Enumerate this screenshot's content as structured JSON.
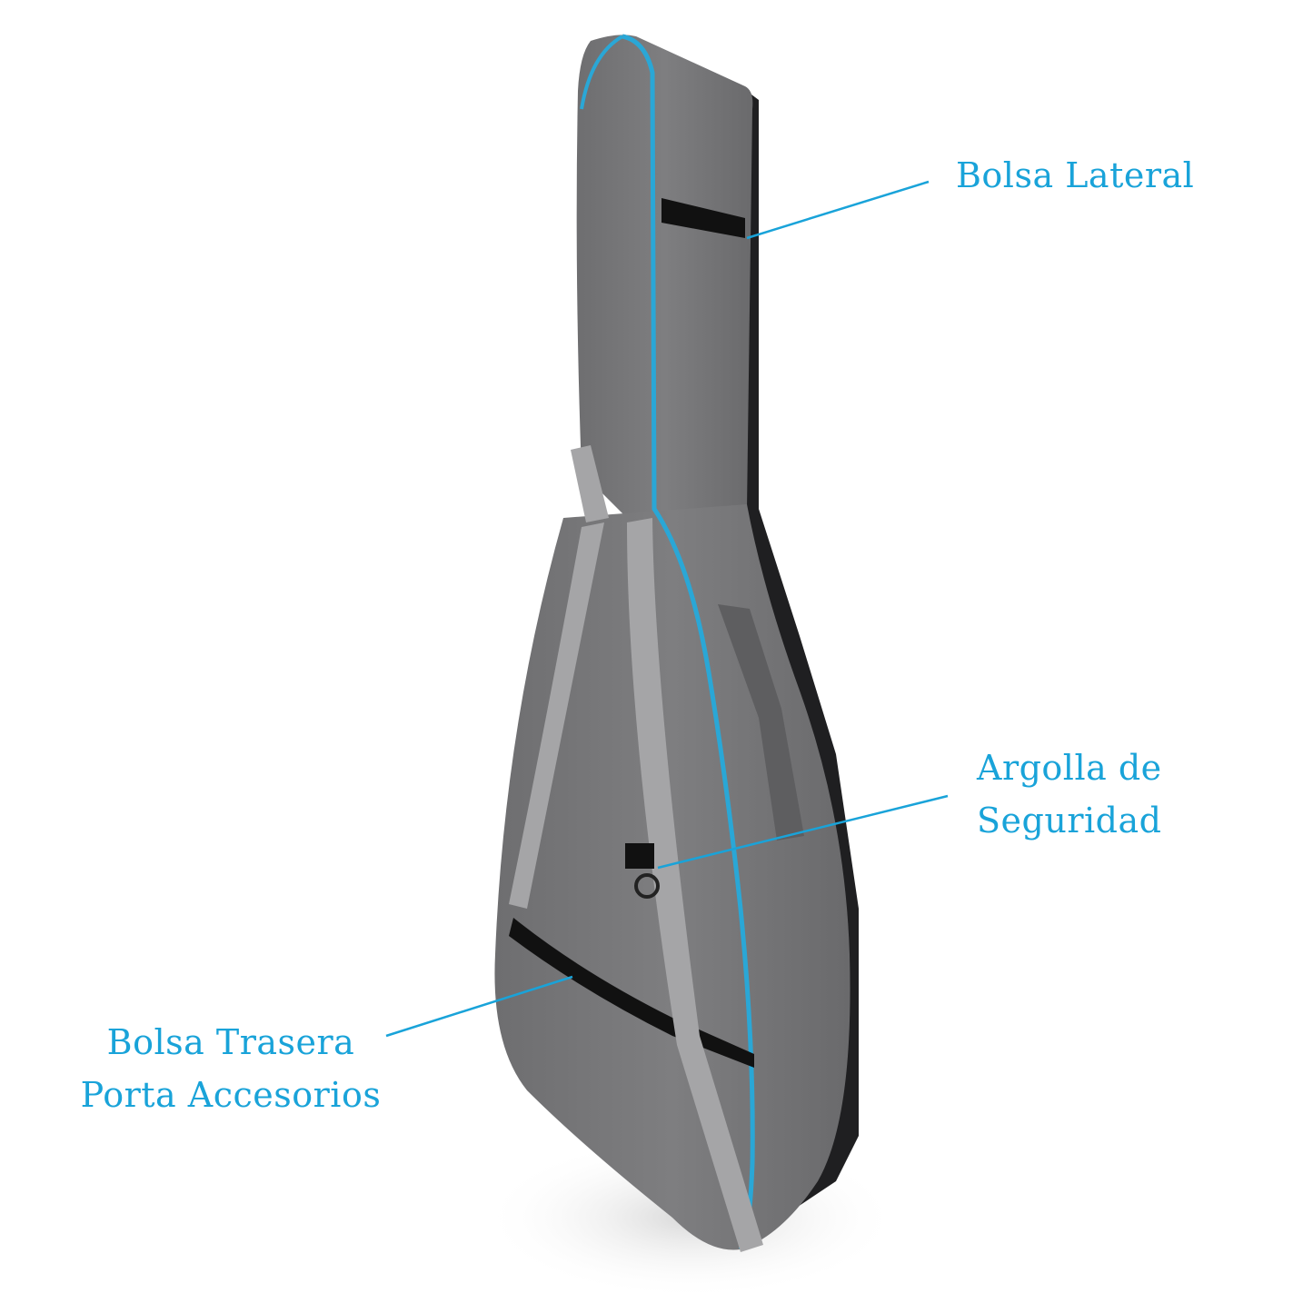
{
  "colors": {
    "accent": "#19a3d9",
    "bag": "#7a7a7c",
    "piping": "#2aa7d6",
    "strap": "#a5a5a7"
  },
  "labels": {
    "side_pocket": {
      "line1": "Bolsa Lateral"
    },
    "safety_ring": {
      "line1": "Argolla de",
      "line2": "Seguridad"
    },
    "back_pocket": {
      "line1": "Bolsa Trasera",
      "line2": "Porta Accesorios"
    }
  }
}
